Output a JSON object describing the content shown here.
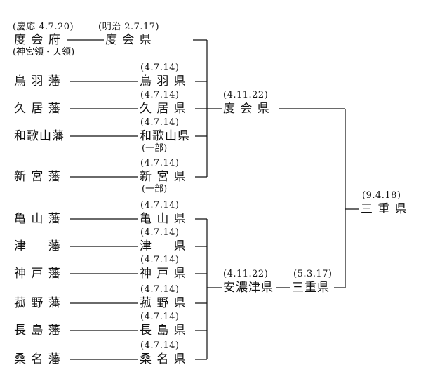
{
  "top_note": {
    "date_a": "(慶応 4.7.20)",
    "date_b": "(明治 2.7.17)"
  },
  "watarai_fu": {
    "name": "度 会 府",
    "note": "(神宮領・天領)",
    "ken": "度 会 県"
  },
  "domains_group1": [
    {
      "han": "鳥 羽 藩",
      "date": "(4.7.14)",
      "ken": "鳥 羽 県",
      "note": ""
    },
    {
      "han": "久 居 藩",
      "date": "(4.7.14)",
      "ken": "久 居 県",
      "note": ""
    },
    {
      "han": "和歌山藩",
      "date": "(4.7.14)",
      "ken": "和歌山県",
      "note": "(一部)"
    },
    {
      "han": "新 宮 藩",
      "date": "(4.7.14)",
      "ken": "新 宮 県",
      "note": "(一部)"
    }
  ],
  "domains_group2": [
    {
      "han": "亀 山 藩",
      "date": "(4.7.14)",
      "ken": "亀 山 県"
    },
    {
      "han": "津 　 藩",
      "date": "(4.7.14)",
      "ken": "津 　 県"
    },
    {
      "han": "神 戸 藩",
      "date": "(4.7.14)",
      "ken": "神 戸 県"
    },
    {
      "han": "菰 野 藩",
      "date": "(4.7.14)",
      "ken": "菰 野 県"
    },
    {
      "han": "長 島 藩",
      "date": "(4.7.14)",
      "ken": "長 島 県"
    },
    {
      "han": "桑 名 藩",
      "date": "(4.7.14)",
      "ken": "桑 名 県"
    }
  ],
  "merge1": {
    "date": "(4.11.22)",
    "name": "度 会 県"
  },
  "merge2": {
    "date": "(4.11.22)",
    "name": "安濃津県",
    "date2": "(5.3.17)",
    "name2": "三重県"
  },
  "final": {
    "date": "(9.4.18)",
    "name": "三 重 県"
  }
}
